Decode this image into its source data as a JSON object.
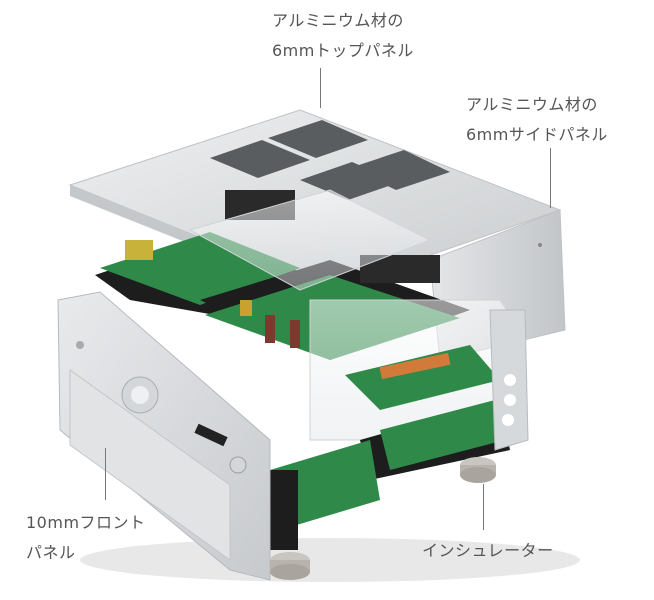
{
  "image": {
    "description": "Cutaway illustration of an audio amplifier showing internal circuit boards with annotated panel parts",
    "subject": "amplifier-cutaway"
  },
  "callouts": [
    {
      "id": "top-panel",
      "lines": [
        "アルミニウム材の",
        "6mmトップパネル"
      ]
    },
    {
      "id": "side-panel",
      "lines": [
        "アルミニウム材の",
        "6mmサイドパネル"
      ]
    },
    {
      "id": "front-panel",
      "lines": [
        "10mmフロント",
        "パネル"
      ]
    },
    {
      "id": "insulator",
      "lines": [
        "インシュレーター"
      ]
    }
  ],
  "colors": {
    "label_text": "#555555",
    "leader_line": "#777777",
    "aluminum": "#d9dbdd",
    "aluminum_dark": "#b9bcbf",
    "vent": "#5a5d60",
    "pcb_green": "#2f8a4a",
    "chassis_black": "#1d1d1d"
  }
}
